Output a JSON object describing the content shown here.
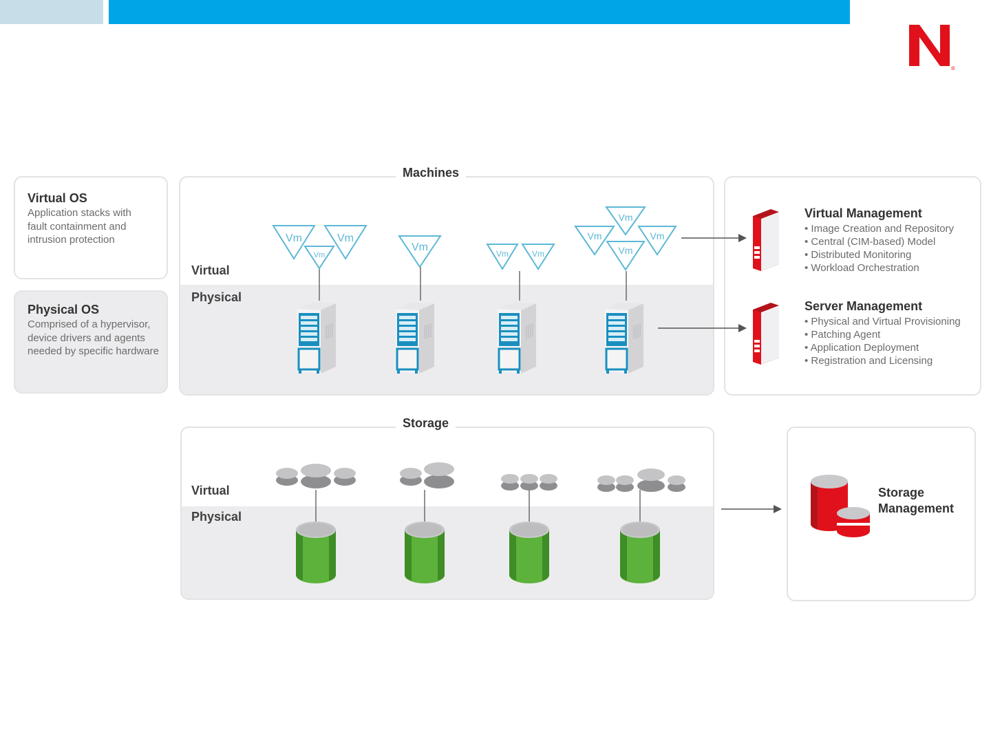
{
  "header": {
    "bar_color": "#00a5e7",
    "side_color": "#c7dde8",
    "logo_icon": "novell-n-logo",
    "logo_color": "#e1111b"
  },
  "left_panels": {
    "virtual_os": {
      "title": "Virtual OS",
      "description": "Application stacks with fault containment and intrusion protection"
    },
    "physical_os": {
      "title": "Physical OS",
      "description": "Comprised of a hypervisor, device drivers and agents needed by specific hardware"
    }
  },
  "machines": {
    "title": "Machines",
    "virtual_label": "Virtual",
    "physical_label": "Physical",
    "vm_label": "Vm",
    "server_icon": "server-rack-icon",
    "vm_icon": "vm-triangle-icon"
  },
  "storage": {
    "title": "Storage",
    "virtual_label": "Virtual",
    "physical_label": "Physical",
    "disk_icon": "virtual-disk-icon",
    "drum_icon": "physical-storage-drum-icon",
    "drum_color": "#5cb23a"
  },
  "virtual_management": {
    "title": "Virtual Management",
    "items": [
      "Image Creation and Repository",
      "Central (CIM-based) Model",
      "Distributed Monitoring",
      "Workload Orchestration"
    ],
    "icon": "red-server-icon"
  },
  "server_management": {
    "title": "Server Management",
    "items": [
      "Physical and Virtual Provisioning",
      "Patching Agent",
      "Application Deployment",
      "Registration and Licensing"
    ],
    "icon": "red-server-icon"
  },
  "storage_management": {
    "line1": "Storage",
    "line2": "Management",
    "icon": "red-database-icon",
    "accent": "#e1111b"
  }
}
